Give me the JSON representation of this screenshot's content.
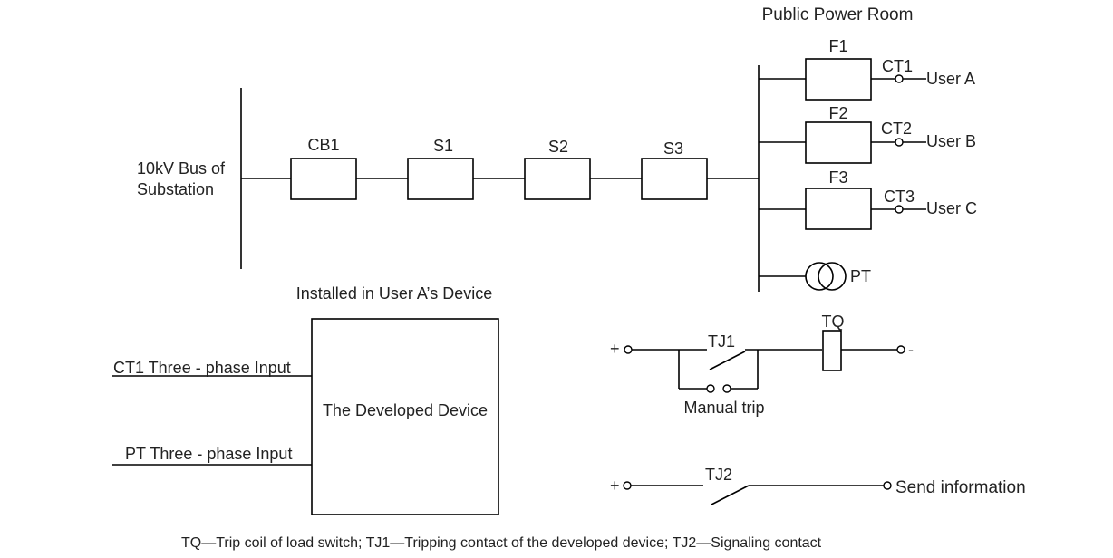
{
  "titles": {
    "public_power_room": "Public Power Room",
    "installed": "Installed in User A’s Device"
  },
  "bus": {
    "line1": "10kV Bus of",
    "line2": "Substation"
  },
  "series_components": [
    "CB1",
    "S1",
    "S2",
    "S3"
  ],
  "feeders": [
    {
      "fuse": "F1",
      "ct": "CT1",
      "user": "User A"
    },
    {
      "fuse": "F2",
      "ct": "CT2",
      "user": "User B"
    },
    {
      "fuse": "F3",
      "ct": "CT3",
      "user": "User C"
    }
  ],
  "pt_label": "PT",
  "device": {
    "name": "The Developed Device",
    "input1": "CT1 Three - phase Input",
    "input2": "PT Three - phase Input"
  },
  "trip_circuit": {
    "plus": "+",
    "minus": "-",
    "tj1": "TJ1",
    "tq": "TQ",
    "manual": "Manual trip"
  },
  "signal_circuit": {
    "plus": "+",
    "tj2": "TJ2",
    "send": "Send information"
  },
  "legend": "TQ—Trip coil of load switch; TJ1—Tripping contact of the developed device; TJ2—Signaling contact"
}
